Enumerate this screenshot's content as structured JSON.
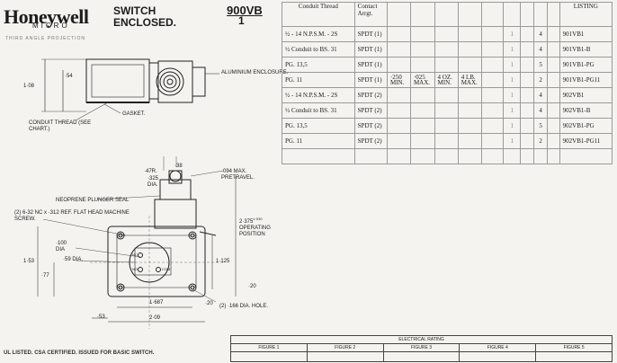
{
  "header": {
    "brand": "Honeywell",
    "brand_sub": "MICRO",
    "title_line1": "SWITCH",
    "title_line2": "ENCLOSED.",
    "model": "900VB",
    "sheet": "1",
    "small_note": "THIRD ANGLE PROJECTION"
  },
  "drawing": {
    "top_view": {
      "aluminium_enclosure": "ALUMINIUM ENCLOSURE.",
      "gasket": "GASKET.",
      "conduit_thread": "CONDUIT THREAD (SEE CHART.)",
      "dim_height": "1·08",
      "dim_54": "·54"
    },
    "front_view": {
      "dim_478": "·47R.",
      "dim_38": "·38",
      "dim_325": "·325 DIA.",
      "pretravel": "·094 MAX. PRETRAVEL.",
      "neoprene_seal": "NEOPRENE  PLUNGER  SEAL",
      "screw_line1": "(2) 6-32 NC x ·312 REF.  FLAT HEAD MACHINE",
      "screw_line2": "SCREW.",
      "dim_100": "·100 DIA",
      "dim_59": "·59 DIA.",
      "dim_153": "1·53",
      "dim_77": "·77",
      "operating_pos_value": "2·375",
      "operating_pos_tol": "±·030",
      "operating_pos_label": "OPERATING POSITION",
      "dim_1125": "1·125",
      "dim_20v": "·20",
      "dim_1687": "1·687",
      "dim_20h": "·20",
      "hole_note": "(2) ·166  DIA. HOLE.",
      "dim_53": "·53",
      "dim_209": "2·09",
      "terminal_nc": "NC",
      "terminal_no": "NO",
      "terminal_com": "COM"
    }
  },
  "table": {
    "headers": {
      "conduit": "Conduit Thread",
      "contact": "Contact Arrgt.",
      "listing": "LISTING"
    },
    "faint_headers": [
      "",
      "",
      "",
      "",
      "",
      "",
      "",
      "",
      ""
    ],
    "rows": [
      {
        "conduit": "½ - 14 N.P.S.M. - 2S",
        "contact": "SPDT (1)",
        "col": "1",
        "fig": "4",
        "listing": "901VB1"
      },
      {
        "conduit": "½ Conduit to BS. 31",
        "contact": "SPDT (1)",
        "col": "1",
        "fig": "4",
        "listing": "901VB1-B"
      },
      {
        "conduit": "PG. 13,5",
        "contact": "SPDT (1)",
        "col": "1",
        "fig": "5",
        "listing": "901VB1-PG"
      },
      {
        "conduit": "PG. 11",
        "contact": "SPDT (1)",
        "col": "1",
        "fig": "2",
        "listing": "901VB1-PG11"
      },
      {
        "conduit": "½ - 14 N.P.S.M. - 2S",
        "contact": "SPDT (2)",
        "col": "1",
        "fig": "4",
        "listing": "902VB1"
      },
      {
        "conduit": "½ Conduit to BS. 31",
        "contact": "SPDT (2)",
        "col": "1",
        "fig": "4",
        "listing": "902VB1-B"
      },
      {
        "conduit": "PG. 13,5",
        "contact": "SPDT (2)",
        "col": "1",
        "fig": "5",
        "listing": "902VB1-PG"
      },
      {
        "conduit": "PG. 11",
        "contact": "SPDT (2)",
        "col": "1",
        "fig": "2",
        "listing": "902VB1-PG11"
      }
    ],
    "specs": [
      {
        "value": "·250",
        "unit": "MIN."
      },
      {
        "value": "·025",
        "unit": "MAX."
      },
      {
        "value": "4 OZ.",
        "unit": "MIN."
      },
      {
        "value": "4 LB.",
        "unit": "MAX."
      }
    ]
  },
  "electrical": {
    "title": "ELECTRICAL  RATING",
    "figures": [
      "FIGURE 1",
      "FIGURE 2",
      "FIGURE 3",
      "FIGURE 4",
      "FIGURE 5"
    ]
  },
  "footer": {
    "text": "UL LISTED. CSA CERTIFIED. ISSUED FOR BASIC SWITCH."
  }
}
